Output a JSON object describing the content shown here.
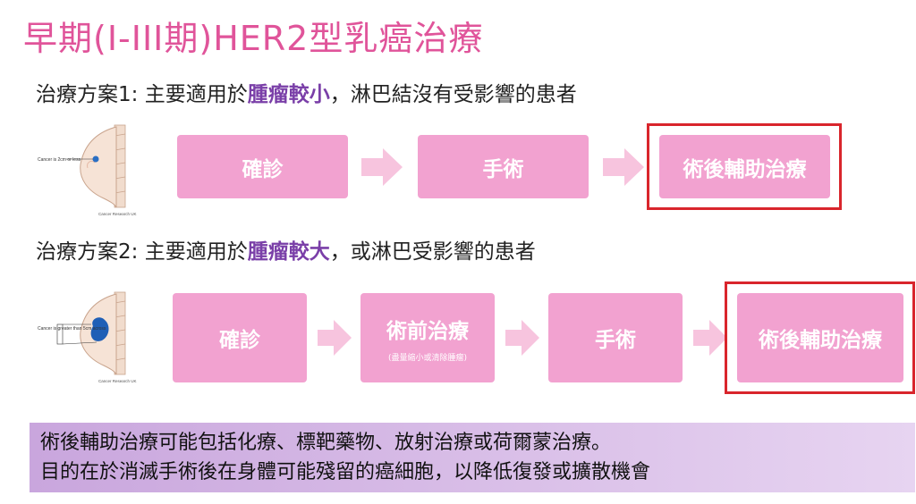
{
  "title": "早期(I-III期)HER2型乳癌治療",
  "plan1": {
    "prefix": "治療方案1: 主要適用於",
    "highlight": "腫瘤較小",
    "suffix": "，淋巴結沒有受影響的患者",
    "image": {
      "label": "Cancer is 2cm or less",
      "credit": "Cancer Research UK"
    },
    "steps": [
      "確診",
      "手術",
      "術後輔助治療"
    ]
  },
  "plan2": {
    "prefix": "治療方案2: 主要適用於",
    "highlight": "腫瘤較大",
    "suffix": "，或淋巴受影響的患者",
    "image": {
      "label": "Cancer is greater than 5cm across",
      "credit": "Cancer Research UK"
    },
    "steps": [
      "確診",
      "術前治療",
      "手術",
      "術後輔助治療"
    ],
    "step2_note": "(盡量縮小或清除腫瘤)"
  },
  "summary": {
    "line1": "術後輔助治療可能包括化療、標靶藥物、放射治療或荷爾蒙治療。",
    "line2": "目的在於消滅手術後在身體可能殘留的癌細胞，以降低復發或擴散機會"
  },
  "colors": {
    "title": "#e0549a",
    "box": "#f2a2d0",
    "arrow": "#f7c4de",
    "highlight": "#7a3fa8",
    "frame": "#d9252c",
    "summary_bg": "#c9a6dd"
  }
}
